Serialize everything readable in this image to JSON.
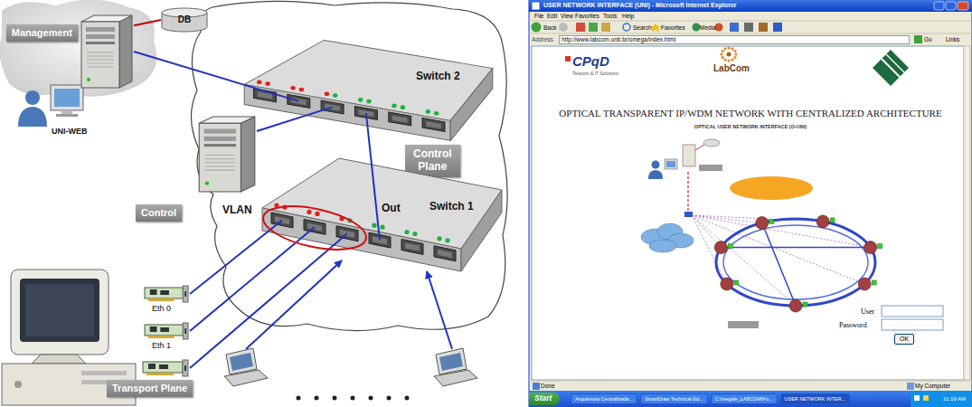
{
  "diagram": {
    "nodes": [
      {
        "text": [
          "Management"
        ]
      },
      {
        "text": [
          "DB"
        ]
      },
      {
        "text": [
          "Switch 2"
        ]
      },
      {
        "text": [
          "Control Plane"
        ]
      },
      {
        "text": [
          "Control"
        ]
      },
      {
        "text": [
          "Switch 1"
        ]
      },
      {
        "text": [
          "Eth 0"
        ]
      },
      {
        "text": [
          "Eth 1"
        ]
      },
      {
        "text": [
          "Transport Plane"
        ]
      },
      {
        "text": [
          "USER NETWORK INTERFACE (UNI) - Microsoft Internet Explorer",
          "OPTICAL TRANSPARENT IP/WDM NETWORK WITH CENTRALIZED ARCHITECTURE",
          "OPTICAL USER NETWORK INTERFACE (O-UNI)"
        ]
      },
      {
        "text": [
          "http://www.labcom.unb.br/omega/index.html"
        ],
        "in": 9
      },
      {
        "text": [
          "OK"
        ],
        "in": 9
      },
      {
        "text": [
          "Start"
        ],
        "in": 9
      },
      {
        "text": [
          "Arquitetura Centralizada..."
        ],
        "in": 9
      },
      {
        "text": [
          "SmartDraw Technical Ed..."
        ],
        "in": 9
      },
      {
        "text": [
          "C:\\megale_LABCOM\\Fo..."
        ],
        "in": 9
      },
      {
        "text": [
          "USER NETWORK INTER..."
        ],
        "in": 9
      }
    ],
    "edges": [
      {
        "from": 0,
        "to": 1,
        "arrow": "none"
      },
      {
        "from": 0,
        "to": 2,
        "arrow": "none"
      },
      {
        "from": 4,
        "to": 2,
        "arrow": "none"
      },
      {
        "from": 2,
        "to": 5,
        "arrow": "none"
      },
      {
        "from": 6,
        "to": 5,
        "arrow": "none"
      },
      {
        "from": 7,
        "to": 5,
        "arrow": "none"
      },
      {
        "from": 8,
        "to": 5,
        "arrow": "none"
      }
    ],
    "labels": [
      "UNI-WEB",
      "VLAN",
      "Out",
      "File",
      "Edit",
      "View",
      "Favorites",
      "Tools",
      "Help",
      "Back",
      "Search",
      "Favorites",
      "Media",
      "Address",
      "Go",
      "Links",
      "CPqD",
      "Telecom & IT Solutions",
      "LabCom",
      "User",
      "Password",
      "Done",
      "My Computer",
      "11:19 AM"
    ]
  }
}
